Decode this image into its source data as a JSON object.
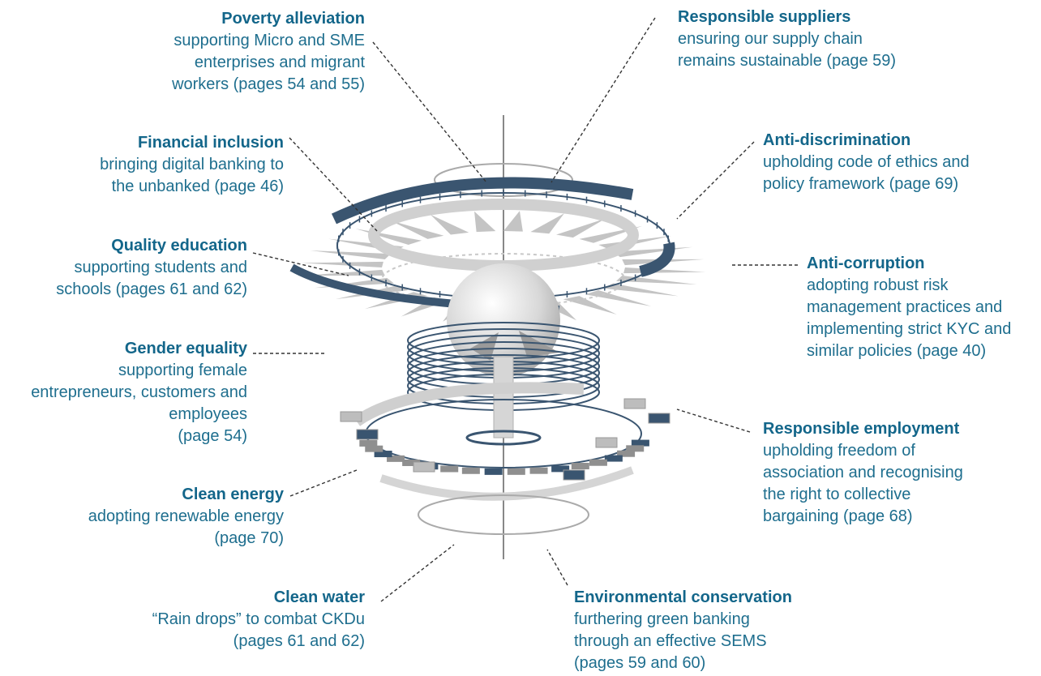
{
  "colors": {
    "title": "#13668a",
    "text": "#1e6e8e",
    "navy": "#3a5570",
    "grey": "#c9c9c9",
    "dark_grey": "#9a9a9a"
  },
  "labels": {
    "poverty": {
      "title": "Poverty alleviation",
      "desc": "supporting Micro and SME\nenterprises and migrant\nworkers (pages 54 and 55)"
    },
    "financial": {
      "title": "Financial inclusion",
      "desc": "bringing digital banking to\nthe unbanked (page 46)"
    },
    "education": {
      "title": "Quality education",
      "desc": "supporting students and\nschools (pages 61 and 62)"
    },
    "gender": {
      "title": "Gender equality",
      "desc": "supporting female\nentrepreneurs, customers and\nemployees\n(page 54)"
    },
    "energy": {
      "title": "Clean energy",
      "desc": "adopting renewable energy\n(page 70)"
    },
    "water": {
      "title": "Clean water",
      "desc": "“Rain drops” to combat CKDu\n(pages 61 and 62)"
    },
    "suppliers": {
      "title": "Responsible suppliers",
      "desc": "ensuring our supply chain\nremains sustainable (page 59)"
    },
    "discrimination": {
      "title": "Anti-discrimination",
      "desc": "upholding code of ethics and\npolicy framework (page 69)"
    },
    "corruption": {
      "title": "Anti-corruption",
      "desc": "adopting robust risk\nmanagement practices and\nimplementing strict KYC and\nsimilar policies (page 40)"
    },
    "employment": {
      "title": "Responsible employment",
      "desc": "upholding freedom of\nassociation and recognising\nthe right to collective\nbargaining (page 68)"
    },
    "environment": {
      "title": "Environmental conservation",
      "desc": "furthering green banking\nthrough an effective SEMS\n(pages 59 and 60)"
    }
  }
}
